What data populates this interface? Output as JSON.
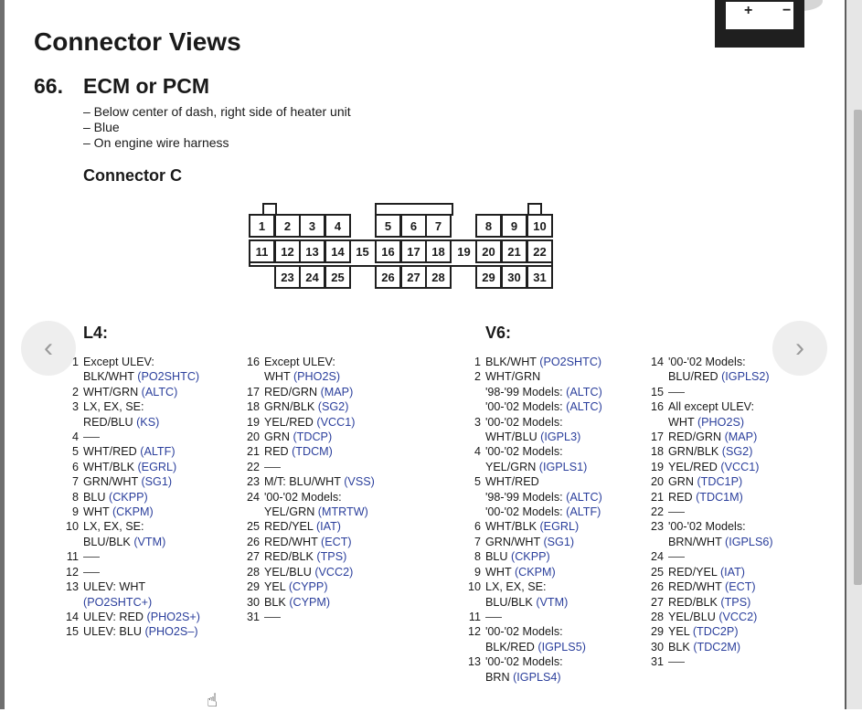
{
  "page": {
    "title": "Connector Views",
    "section_number": "66.",
    "section_name": "ECM or PCM",
    "notes": [
      "– Below center of dash, right side of heater unit",
      "– Blue",
      "– On engine wire harness"
    ],
    "connector_title": "Connector C"
  },
  "battery_icon": {
    "plus": "+",
    "minus": "−"
  },
  "nav": {
    "prev_icon": "chevron-left-icon",
    "next_icon": "chevron-right-icon",
    "prev_glyph": "‹",
    "next_glyph": "›"
  },
  "connector": {
    "row1": [
      "1",
      "2",
      "3",
      "4",
      "5",
      "6",
      "7",
      "8",
      "9",
      "10"
    ],
    "row2": [
      "11",
      "12",
      "13",
      "14",
      "15",
      "16",
      "17",
      "18",
      "19",
      "20",
      "21",
      "22"
    ],
    "row3": [
      "23",
      "24",
      "25",
      "26",
      "27",
      "28",
      "29",
      "30",
      "31"
    ]
  },
  "colors": {
    "signal_blue": "#2b3f9c",
    "text": "#1a1a1a"
  },
  "l4": {
    "heading": "L4:",
    "col1": [
      {
        "num": "1",
        "lines": [
          {
            "t": "Except ULEV:"
          },
          {
            "t": "BLK/WHT ",
            "s": "(PO2SHTC)"
          }
        ]
      },
      {
        "num": "2",
        "lines": [
          {
            "t": "WHT/GRN ",
            "s": "(ALTC)"
          }
        ]
      },
      {
        "num": "3",
        "lines": [
          {
            "t": "LX, EX, SE:"
          },
          {
            "t": "RED/BLU ",
            "s": "(KS)"
          }
        ]
      },
      {
        "num": "4",
        "lines": [
          {
            "dash": true
          }
        ]
      },
      {
        "num": "5",
        "lines": [
          {
            "t": "WHT/RED ",
            "s": "(ALTF)"
          }
        ]
      },
      {
        "num": "6",
        "lines": [
          {
            "t": "WHT/BLK ",
            "s": "(EGRL)"
          }
        ]
      },
      {
        "num": "7",
        "lines": [
          {
            "t": "GRN/WHT ",
            "s": "(SG1)"
          }
        ]
      },
      {
        "num": "8",
        "lines": [
          {
            "t": "BLU ",
            "s": "(CKPP)"
          }
        ]
      },
      {
        "num": "9",
        "lines": [
          {
            "t": "WHT ",
            "s": "(CKPM)"
          }
        ]
      },
      {
        "num": "10",
        "lines": [
          {
            "t": "LX, EX, SE:"
          },
          {
            "t": "BLU/BLK ",
            "s": "(VTM)"
          }
        ]
      },
      {
        "num": "11",
        "lines": [
          {
            "dash": true
          }
        ]
      },
      {
        "num": "12",
        "lines": [
          {
            "dash": true
          }
        ]
      },
      {
        "num": "13",
        "lines": [
          {
            "t": "ULEV: WHT"
          },
          {
            "t": "",
            "s": "(PO2SHTC+)"
          }
        ]
      },
      {
        "num": "14",
        "lines": [
          {
            "t": "ULEV: RED ",
            "s": "(PHO2S+)"
          }
        ]
      },
      {
        "num": "15",
        "lines": [
          {
            "t": "ULEV: BLU ",
            "s": "(PHO2S–)"
          }
        ]
      }
    ],
    "col2": [
      {
        "num": "16",
        "lines": [
          {
            "t": "Except ULEV:"
          },
          {
            "t": "WHT ",
            "s": "(PHO2S)"
          }
        ]
      },
      {
        "num": "17",
        "lines": [
          {
            "t": "RED/GRN ",
            "s": "(MAP)"
          }
        ]
      },
      {
        "num": "18",
        "lines": [
          {
            "t": "GRN/BLK ",
            "s": "(SG2)"
          }
        ]
      },
      {
        "num": "19",
        "lines": [
          {
            "t": "YEL/RED ",
            "s": "(VCC1)"
          }
        ]
      },
      {
        "num": "20",
        "lines": [
          {
            "t": "GRN ",
            "s": "(TDCP)"
          }
        ]
      },
      {
        "num": "21",
        "lines": [
          {
            "t": "RED ",
            "s": "(TDCM)"
          }
        ]
      },
      {
        "num": "22",
        "lines": [
          {
            "dash": true
          }
        ]
      },
      {
        "num": "23",
        "lines": [
          {
            "t": "M/T: BLU/WHT ",
            "s": "(VSS)"
          }
        ]
      },
      {
        "num": "24",
        "lines": [
          {
            "t": "'00-'02 Models:"
          },
          {
            "t": "YEL/GRN ",
            "s": "(MTRTW)"
          }
        ]
      },
      {
        "num": "25",
        "lines": [
          {
            "t": "RED/YEL ",
            "s": "(IAT)"
          }
        ]
      },
      {
        "num": "26",
        "lines": [
          {
            "t": "RED/WHT ",
            "s": "(ECT)"
          }
        ]
      },
      {
        "num": "27",
        "lines": [
          {
            "t": "RED/BLK ",
            "s": "(TPS)"
          }
        ]
      },
      {
        "num": "28",
        "lines": [
          {
            "t": "YEL/BLU ",
            "s": "(VCC2)"
          }
        ]
      },
      {
        "num": "29",
        "lines": [
          {
            "t": "YEL ",
            "s": "(CYPP)"
          }
        ]
      },
      {
        "num": "30",
        "lines": [
          {
            "t": "BLK ",
            "s": "(CYPM)"
          }
        ]
      },
      {
        "num": "31",
        "lines": [
          {
            "dash": true
          }
        ]
      }
    ]
  },
  "v6": {
    "heading": "V6:",
    "col1": [
      {
        "num": "1",
        "lines": [
          {
            "t": "BLK/WHT ",
            "s": "(PO2SHTC)"
          }
        ]
      },
      {
        "num": "2",
        "lines": [
          {
            "t": "WHT/GRN"
          },
          {
            "t": "'98-'99 Models: ",
            "s": "(ALTC)"
          },
          {
            "t": "'00-'02 Models: ",
            "s": "(ALTC)"
          }
        ]
      },
      {
        "num": "3",
        "lines": [
          {
            "t": "'00-'02 Models:"
          },
          {
            "t": "WHT/BLU ",
            "s": "(IGPL3)"
          }
        ]
      },
      {
        "num": "4",
        "lines": [
          {
            "t": "'00-'02 Models:"
          },
          {
            "t": "YEL/GRN ",
            "s": "(IGPLS1)"
          }
        ]
      },
      {
        "num": "5",
        "lines": [
          {
            "t": "WHT/RED"
          },
          {
            "t": "'98-'99 Models: ",
            "s": "(ALTC)"
          },
          {
            "t": "'00-'02 Models: ",
            "s": "(ALTF)"
          }
        ]
      },
      {
        "num": "6",
        "lines": [
          {
            "t": "WHT/BLK ",
            "s": "(EGRL)"
          }
        ]
      },
      {
        "num": "7",
        "lines": [
          {
            "t": "GRN/WHT ",
            "s": "(SG1)"
          }
        ]
      },
      {
        "num": "8",
        "lines": [
          {
            "t": "BLU ",
            "s": "(CKPP)"
          }
        ]
      },
      {
        "num": "9",
        "lines": [
          {
            "t": "WHT ",
            "s": "(CKPM)"
          }
        ]
      },
      {
        "num": "10",
        "lines": [
          {
            "t": "LX, EX, SE:"
          },
          {
            "t": "BLU/BLK ",
            "s": "(VTM)"
          }
        ]
      },
      {
        "num": "11",
        "lines": [
          {
            "dash": true
          }
        ]
      },
      {
        "num": "12",
        "lines": [
          {
            "t": "'00-'02 Models:"
          },
          {
            "t": "BLK/RED ",
            "s": "(IGPLS5)"
          }
        ]
      },
      {
        "num": "13",
        "lines": [
          {
            "t": "'00-'02 Models:"
          },
          {
            "t": "BRN ",
            "s": "(IGPLS4)"
          }
        ]
      }
    ],
    "col2": [
      {
        "num": "14",
        "lines": [
          {
            "t": "'00-'02 Models:"
          },
          {
            "t": "BLU/RED ",
            "s": "(IGPLS2)"
          }
        ]
      },
      {
        "num": "15",
        "lines": [
          {
            "dash": true
          }
        ]
      },
      {
        "num": "16",
        "lines": [
          {
            "t": "All except ULEV:"
          },
          {
            "t": "WHT ",
            "s": "(PHO2S)"
          }
        ]
      },
      {
        "num": "17",
        "lines": [
          {
            "t": "RED/GRN ",
            "s": "(MAP)"
          }
        ]
      },
      {
        "num": "18",
        "lines": [
          {
            "t": "GRN/BLK ",
            "s": "(SG2)"
          }
        ]
      },
      {
        "num": "19",
        "lines": [
          {
            "t": "YEL/RED ",
            "s": "(VCC1)"
          }
        ]
      },
      {
        "num": "20",
        "lines": [
          {
            "t": "GRN ",
            "s": "(TDC1P)"
          }
        ]
      },
      {
        "num": "21",
        "lines": [
          {
            "t": "RED ",
            "s": "(TDC1M)"
          }
        ]
      },
      {
        "num": "22",
        "lines": [
          {
            "dash": true
          }
        ]
      },
      {
        "num": "23",
        "lines": [
          {
            "t": "'00-'02 Models:"
          },
          {
            "t": "BRN/WHT ",
            "s": "(IGPLS6)"
          }
        ]
      },
      {
        "num": "24",
        "lines": [
          {
            "dash": true
          }
        ]
      },
      {
        "num": "25",
        "lines": [
          {
            "t": "RED/YEL ",
            "s": "(IAT)"
          }
        ]
      },
      {
        "num": "26",
        "lines": [
          {
            "t": "RED/WHT ",
            "s": "(ECT)"
          }
        ]
      },
      {
        "num": "27",
        "lines": [
          {
            "t": "RED/BLK ",
            "s": "(TPS)"
          }
        ]
      },
      {
        "num": "28",
        "lines": [
          {
            "t": "YEL/BLU ",
            "s": "(VCC2)"
          }
        ]
      },
      {
        "num": "29",
        "lines": [
          {
            "t": "YEL ",
            "s": "(TDC2P)"
          }
        ]
      },
      {
        "num": "30",
        "lines": [
          {
            "t": "BLK ",
            "s": "(TDC2M)"
          }
        ]
      },
      {
        "num": "31",
        "lines": [
          {
            "dash": true
          }
        ]
      }
    ]
  }
}
